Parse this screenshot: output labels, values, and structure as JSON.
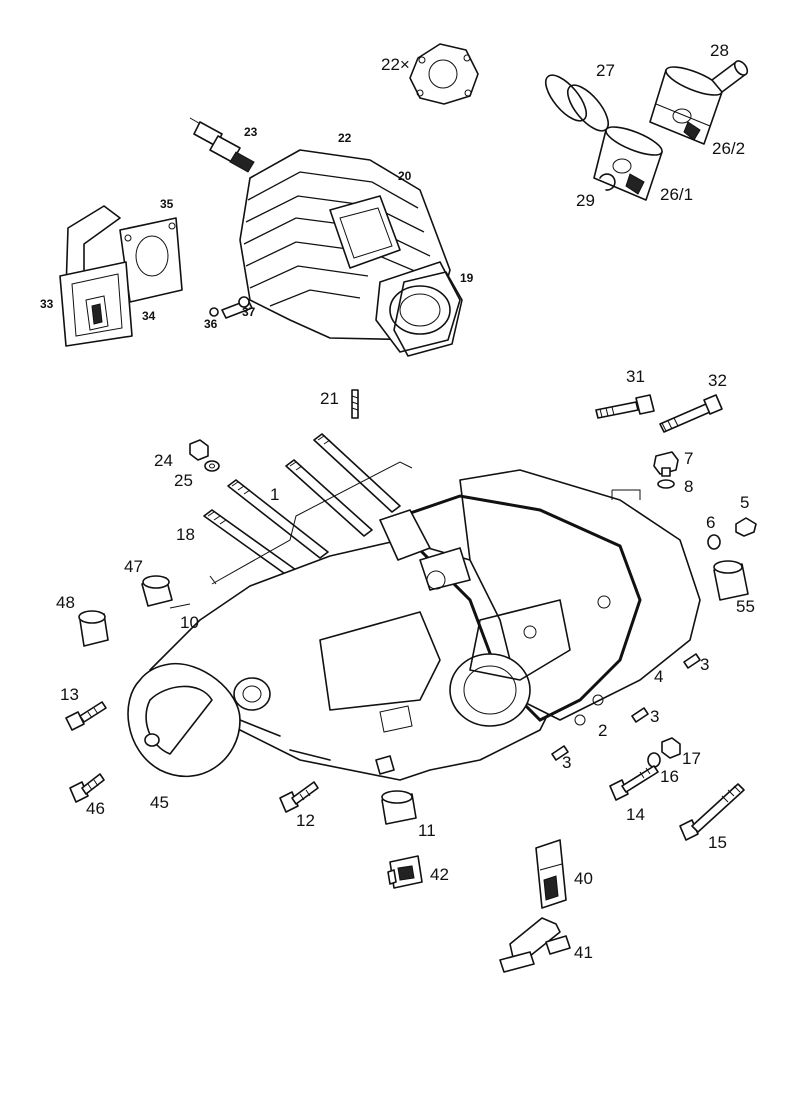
{
  "labels": [
    {
      "id": "22x",
      "text": "22×"
    },
    {
      "id": "27",
      "text": "27"
    },
    {
      "id": "28",
      "text": "28"
    },
    {
      "id": "23",
      "text": "23"
    },
    {
      "id": "22",
      "text": "22"
    },
    {
      "id": "20",
      "text": "20"
    },
    {
      "id": "26-2",
      "text": "26/2"
    },
    {
      "id": "29",
      "text": "29"
    },
    {
      "id": "26-1",
      "text": "26/1"
    },
    {
      "id": "35",
      "text": "35"
    },
    {
      "id": "19",
      "text": "19"
    },
    {
      "id": "33",
      "text": "33"
    },
    {
      "id": "34",
      "text": "34"
    },
    {
      "id": "36",
      "text": "36"
    },
    {
      "id": "37",
      "text": "37"
    },
    {
      "id": "21",
      "text": "21"
    },
    {
      "id": "31",
      "text": "31"
    },
    {
      "id": "32",
      "text": "32"
    },
    {
      "id": "24",
      "text": "24"
    },
    {
      "id": "25",
      "text": "25"
    },
    {
      "id": "1",
      "text": "1"
    },
    {
      "id": "7",
      "text": "7"
    },
    {
      "id": "8",
      "text": "8"
    },
    {
      "id": "5",
      "text": "5"
    },
    {
      "id": "18",
      "text": "18"
    },
    {
      "id": "6",
      "text": "6"
    },
    {
      "id": "47",
      "text": "47"
    },
    {
      "id": "55",
      "text": "55"
    },
    {
      "id": "48",
      "text": "48"
    },
    {
      "id": "10",
      "text": "10"
    },
    {
      "id": "3a",
      "text": "3"
    },
    {
      "id": "4",
      "text": "4"
    },
    {
      "id": "13",
      "text": "13"
    },
    {
      "id": "3b",
      "text": "3"
    },
    {
      "id": "2",
      "text": "2"
    },
    {
      "id": "17",
      "text": "17"
    },
    {
      "id": "3c",
      "text": "3"
    },
    {
      "id": "16",
      "text": "16"
    },
    {
      "id": "46",
      "text": "46"
    },
    {
      "id": "45",
      "text": "45"
    },
    {
      "id": "14",
      "text": "14"
    },
    {
      "id": "12",
      "text": "12"
    },
    {
      "id": "11",
      "text": "11"
    },
    {
      "id": "15",
      "text": "15"
    },
    {
      "id": "40",
      "text": "40"
    },
    {
      "id": "42",
      "text": "42"
    },
    {
      "id": "41",
      "text": "41"
    }
  ]
}
